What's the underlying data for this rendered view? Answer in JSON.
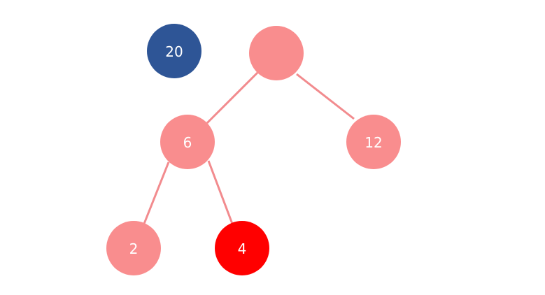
{
  "diagram": {
    "colors": {
      "node_default": "#f98d8e",
      "node_highlight": "#ff0000",
      "node_detached": "#2e5596",
      "edge": "#f28b8e",
      "label": "#ffffff"
    },
    "detached_node": {
      "label": "20",
      "state": "detached"
    },
    "tree": {
      "root": {
        "label": "",
        "state": "default"
      },
      "left": {
        "label": "6",
        "state": "default"
      },
      "right": {
        "label": "12",
        "state": "default"
      },
      "left_left": {
        "label": "2",
        "state": "default"
      },
      "left_right": {
        "label": "4",
        "state": "highlight"
      }
    },
    "edges": [
      [
        "root",
        "left"
      ],
      [
        "root",
        "right"
      ],
      [
        "left",
        "left_left"
      ],
      [
        "left",
        "left_right"
      ]
    ]
  }
}
